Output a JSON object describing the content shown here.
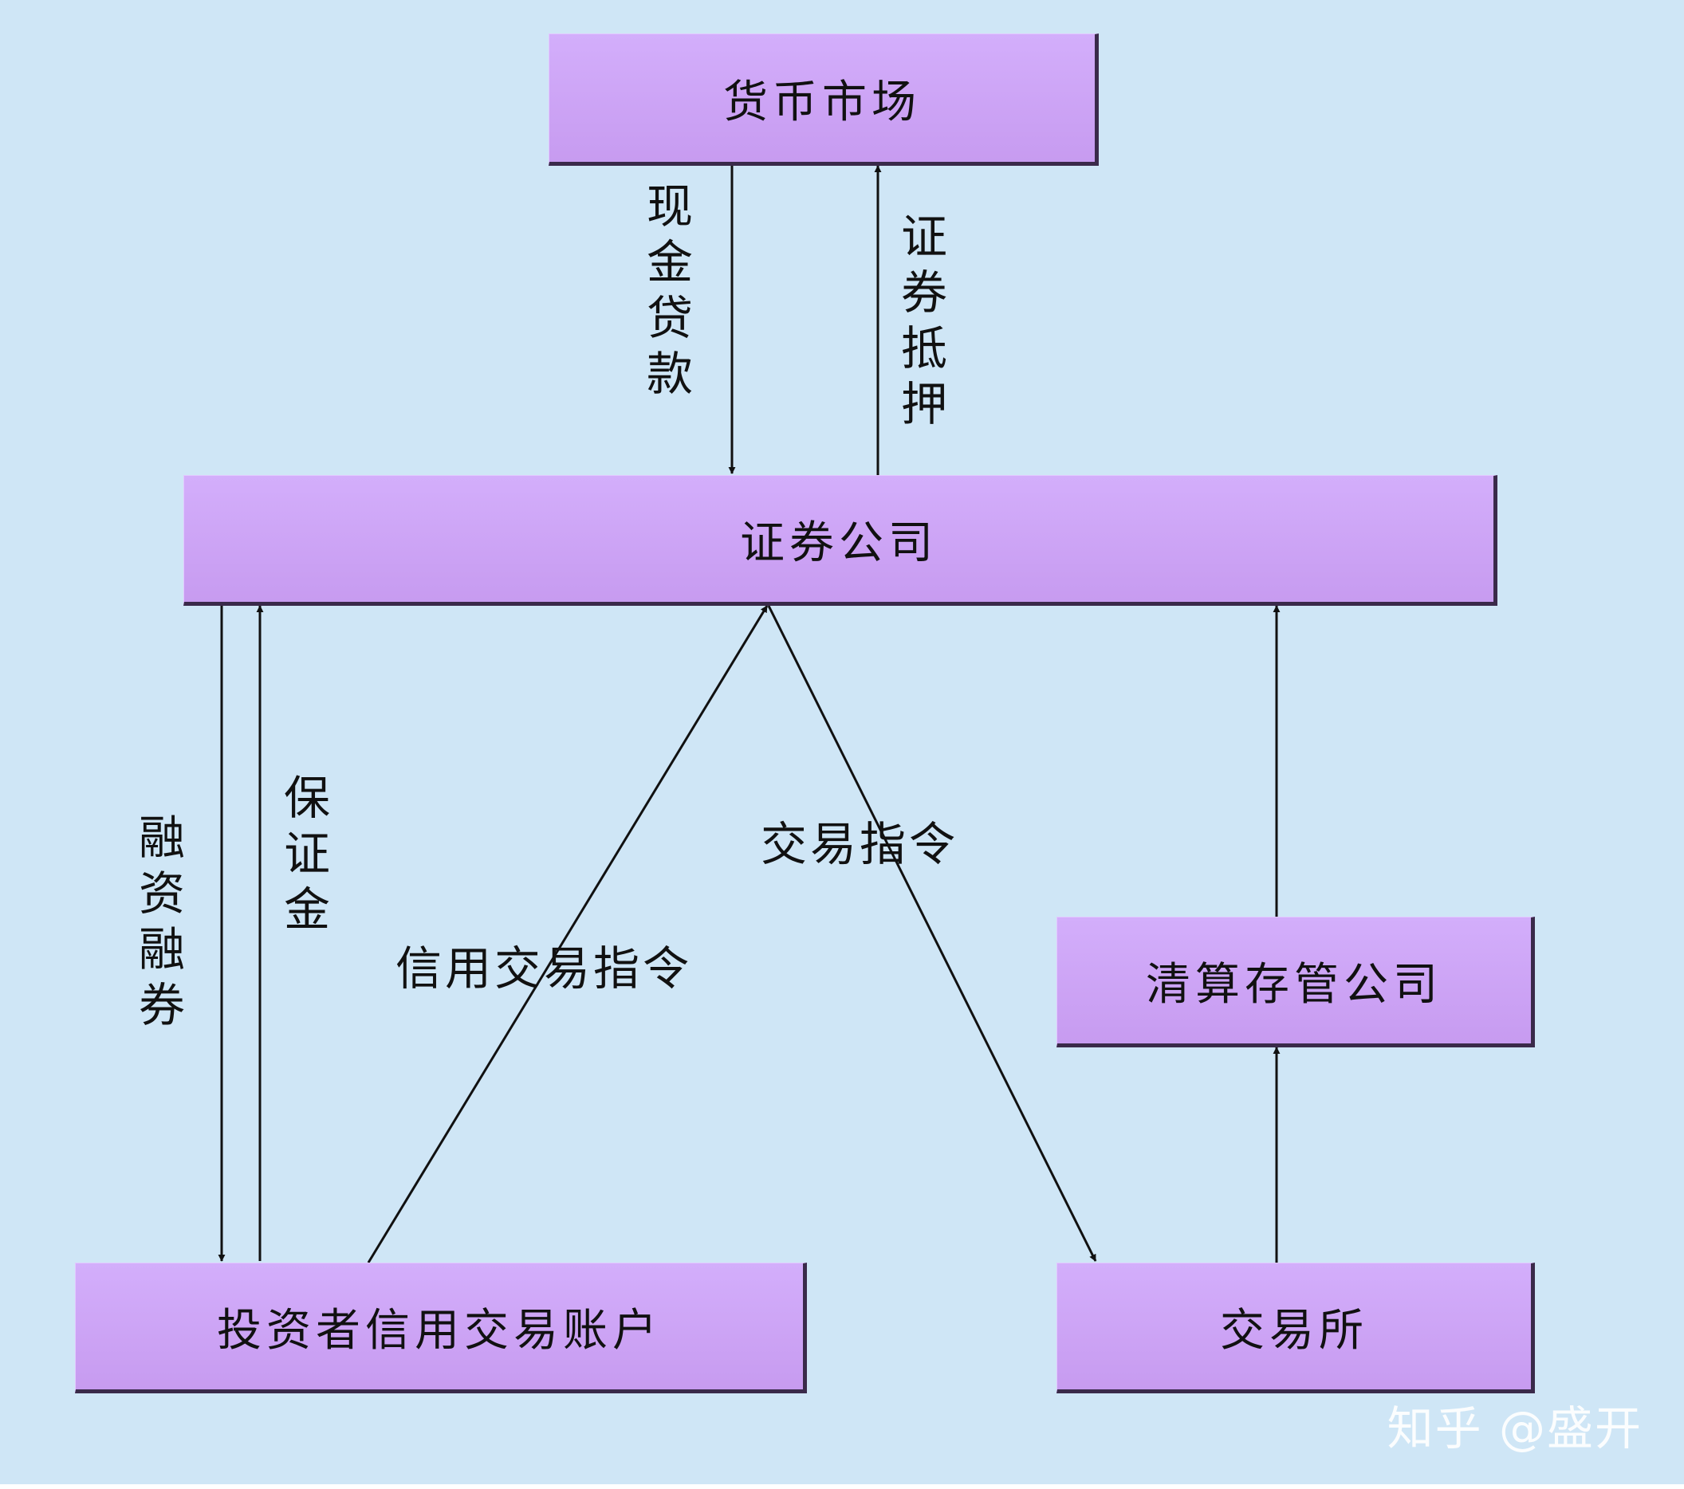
{
  "nodes": {
    "money_market": "货币市场",
    "securities_company": "证券公司",
    "investor_account": "投资者信用交易账户",
    "clearing_company": "清算存管公司",
    "exchange": "交易所"
  },
  "edge_labels": {
    "cash_loan": "现金贷款",
    "securities_pledge": "证券抵押",
    "margin_financing": "融资融券",
    "deposit": "保证金",
    "credit_trade_order": "信用交易指令",
    "trade_order": "交易指令"
  },
  "watermark": "知乎 @盛开",
  "colors": {
    "background": "#cfe6f6",
    "box_fill": "#cba2f4",
    "box_shadow": "#3a2a4a",
    "line": "#111111"
  }
}
